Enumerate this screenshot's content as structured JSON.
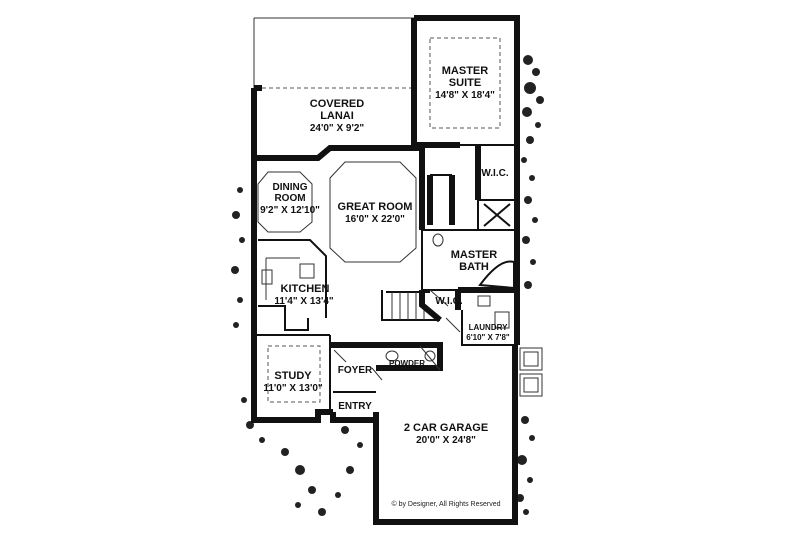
{
  "rooms": {
    "master_suite": {
      "name_line1": "MASTER",
      "name_line2": "SUITE",
      "size": "14'8\" X 18'4\""
    },
    "covered_lanai": {
      "name_line1": "COVERED",
      "name_line2": "LANAI",
      "size": "24'0\" X 9'2\""
    },
    "wic_upper": {
      "name": "W.I.C."
    },
    "dining_room": {
      "name_line1": "DINING",
      "name_line2": "ROOM",
      "size": "9'2\" X 12'10\""
    },
    "great_room": {
      "name": "GREAT ROOM",
      "size": "16'0\" X 22'0\""
    },
    "master_bath": {
      "name_line1": "MASTER",
      "name_line2": "BATH"
    },
    "kitchen": {
      "name": "KITCHEN",
      "size": "11'4\" X 13'4\""
    },
    "wic_lower": {
      "name": "W.I.C."
    },
    "laundry": {
      "name": "LAUNDRY",
      "size": "6'10\" X 7'8\""
    },
    "study": {
      "name": "STUDY",
      "size": "11'0\" X 13'0\""
    },
    "foyer": {
      "name": "FOYER"
    },
    "powder": {
      "name": "POWDER"
    },
    "entry": {
      "name": "ENTRY"
    },
    "garage": {
      "name": "2 CAR GARAGE",
      "size": "20'0\" X 24'8\""
    }
  },
  "copyright": "© by Designer, All Rights Reserved"
}
